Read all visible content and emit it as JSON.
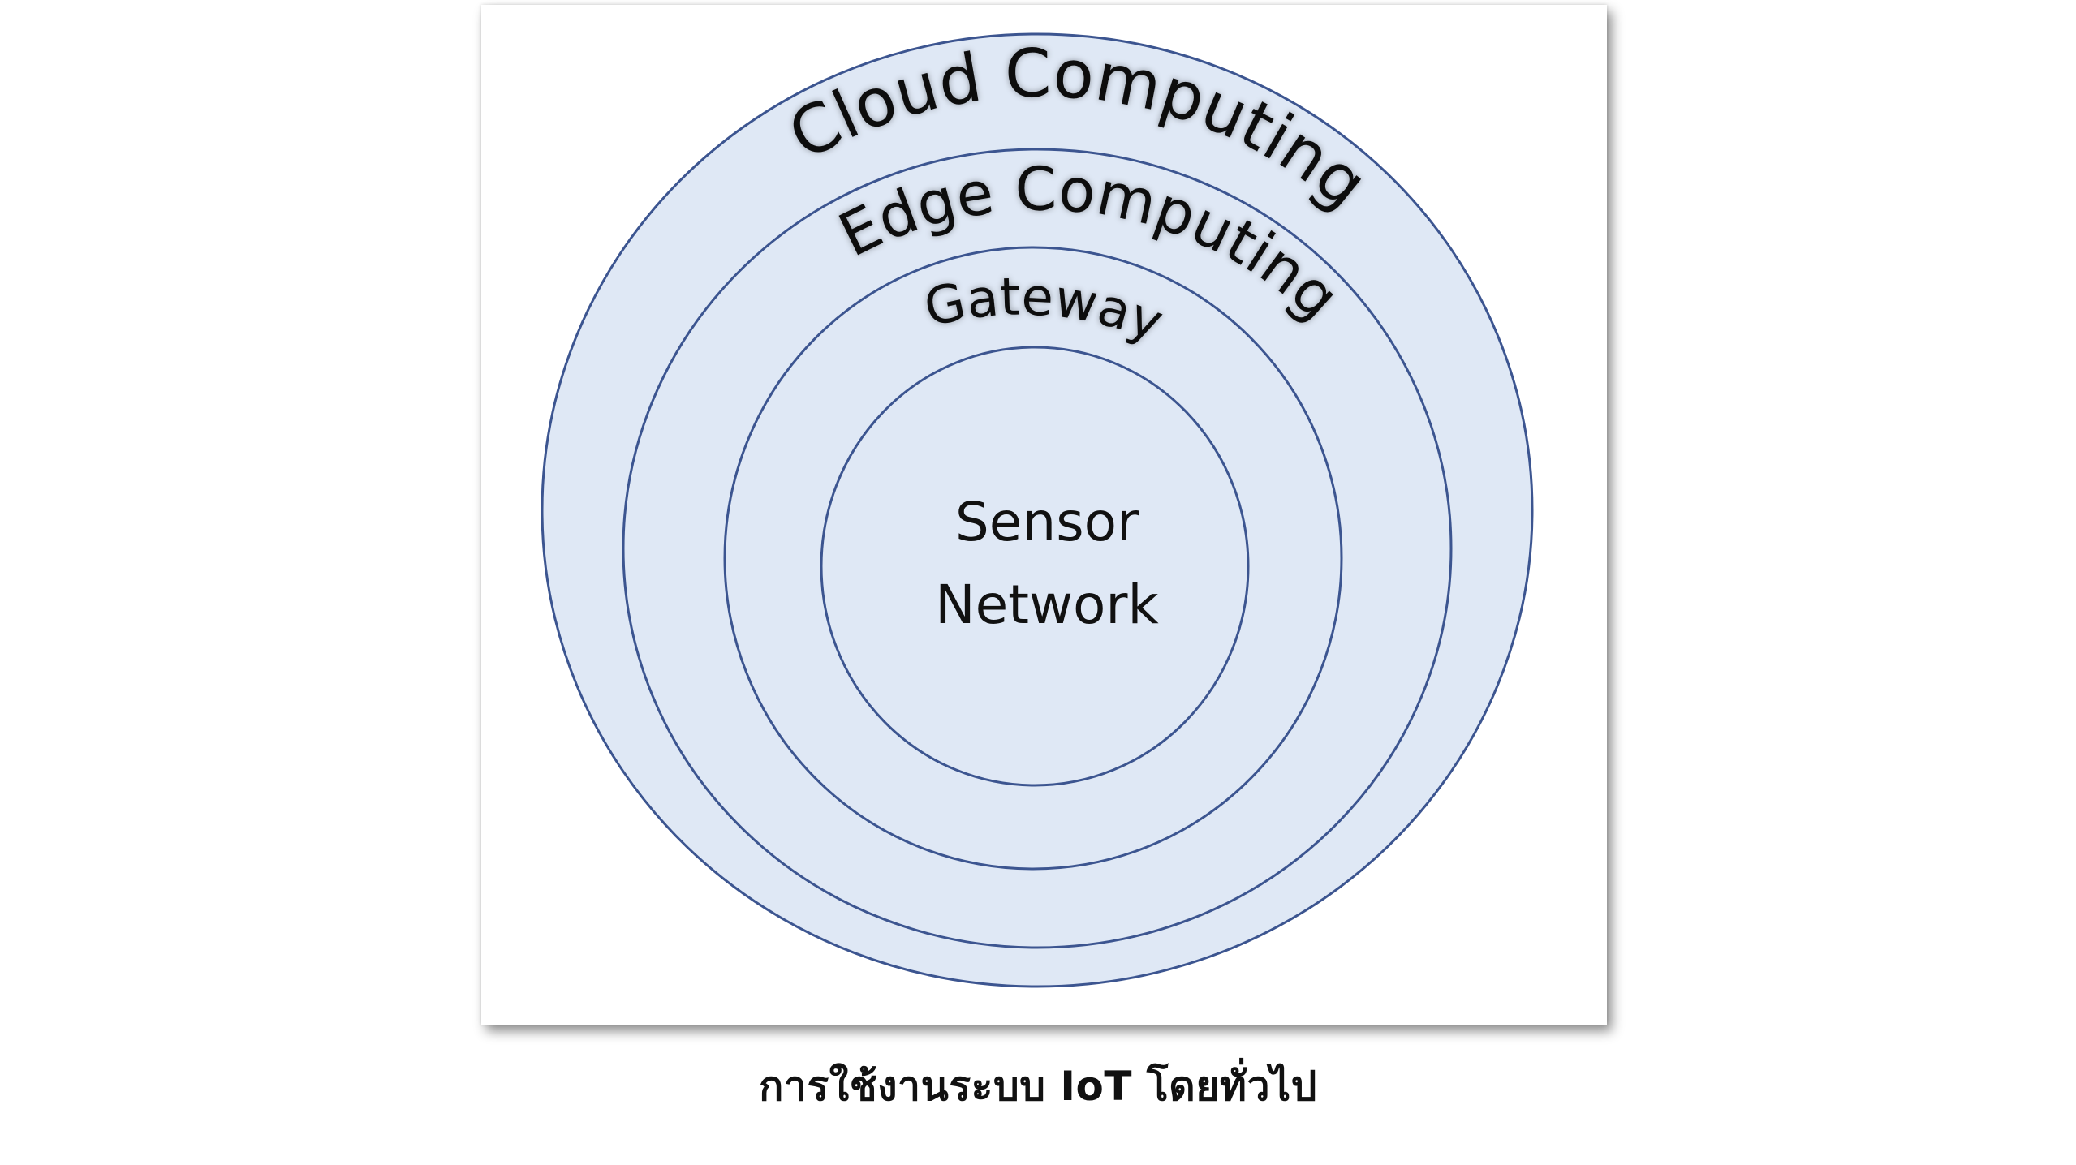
{
  "diagram": {
    "layers": [
      {
        "id": "cloud",
        "label": "Cloud Computing"
      },
      {
        "id": "edge",
        "label": "Edge Computing"
      },
      {
        "id": "gateway",
        "label": "Gateway"
      },
      {
        "id": "sensor",
        "label_line1": "Sensor",
        "label_line2": "Network"
      }
    ],
    "colors": {
      "fill": "#dfe8f5",
      "stroke": "#3c5590",
      "text": "#111111"
    }
  },
  "caption": "การใช้งานระบบ IoT โดยทั่วไป"
}
